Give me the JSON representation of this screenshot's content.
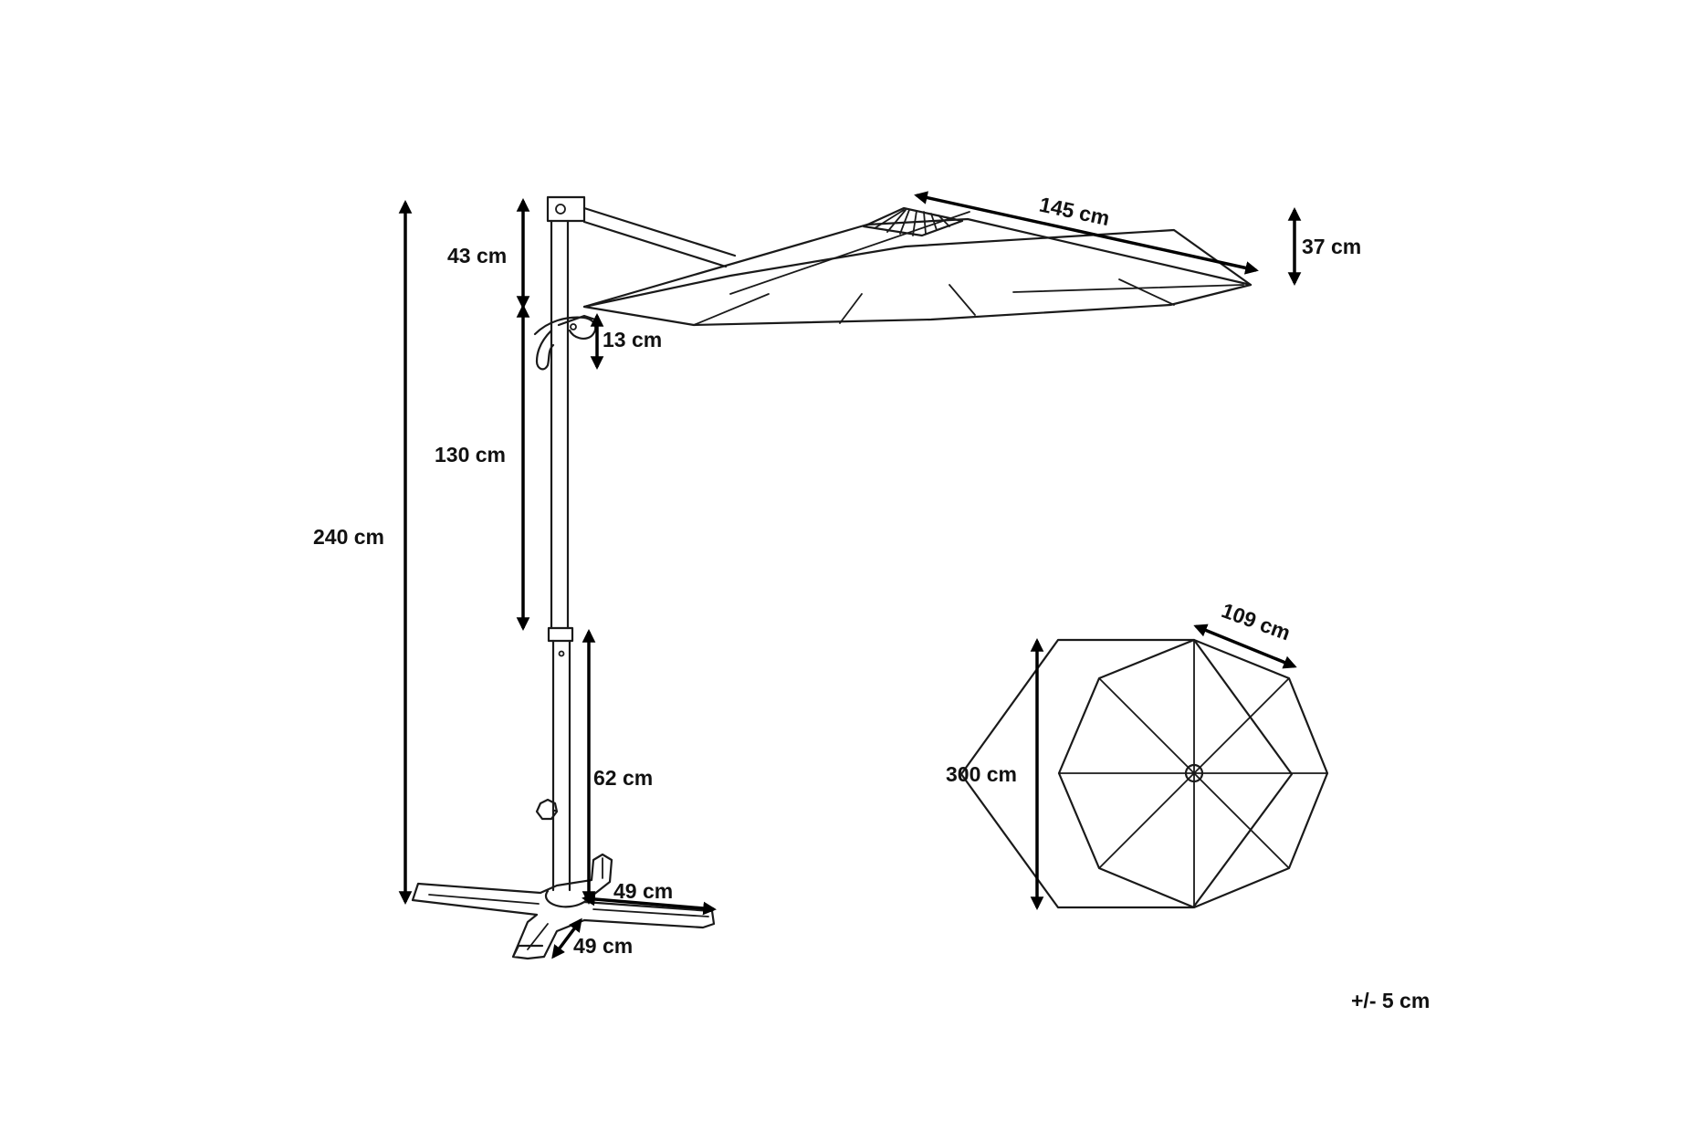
{
  "dimensions": {
    "total_height": "240 cm",
    "top_section": "43 cm",
    "handle_section": "13 cm",
    "mid_section": "130 cm",
    "lower_section": "62 cm",
    "canopy_radius": "145 cm",
    "canopy_depth": "37 cm",
    "base_length": "49 cm",
    "base_width": "49 cm",
    "canopy_diameter": "300 cm",
    "canopy_edge": "109 cm"
  },
  "tolerance": "+/- 5 cm",
  "colors": {
    "line": "#1a1a1a",
    "arrow": "#000000",
    "text": "#111111",
    "background": "#ffffff"
  }
}
